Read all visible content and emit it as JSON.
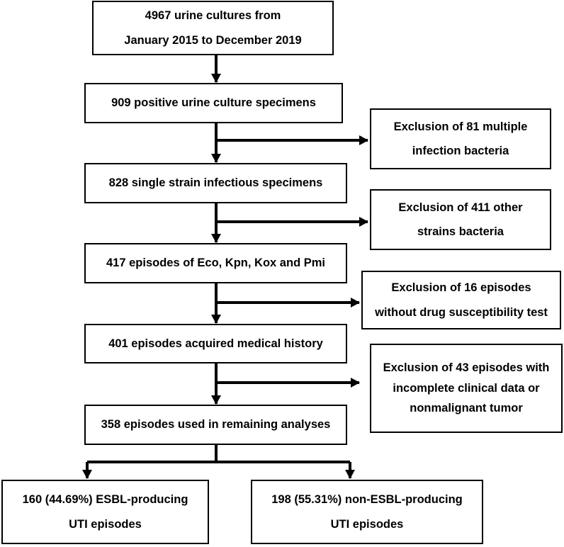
{
  "flow": {
    "start": [
      "4967 urine cultures from",
      "January 2015 to December 2019"
    ],
    "positive": [
      "909 positive urine culture specimens"
    ],
    "single": [
      "828 single strain infectious specimens"
    ],
    "episodes": [
      "417 episodes of Eco, Kpn, Kox and Pmi"
    ],
    "history": [
      "401 episodes acquired medical history"
    ],
    "analyses": [
      "358 episodes used in remaining analyses"
    ],
    "esbl": [
      "160 (44.69%) ESBL-producing",
      "UTI episodes"
    ],
    "non_esbl": [
      "198 (55.31%) non-ESBL-producing",
      "UTI episodes"
    ]
  },
  "exclusions": {
    "multiple": [
      "Exclusion of 81 multiple",
      "infection bacteria"
    ],
    "other_strains": [
      "Exclusion of 411 other",
      "strains bacteria"
    ],
    "no_test": [
      "Exclusion of 16 episodes",
      "without drug susceptibility test"
    ],
    "incomplete": [
      "Exclusion of 43 episodes with",
      "incomplete clinical data or",
      "nonmalignant tumor"
    ]
  }
}
